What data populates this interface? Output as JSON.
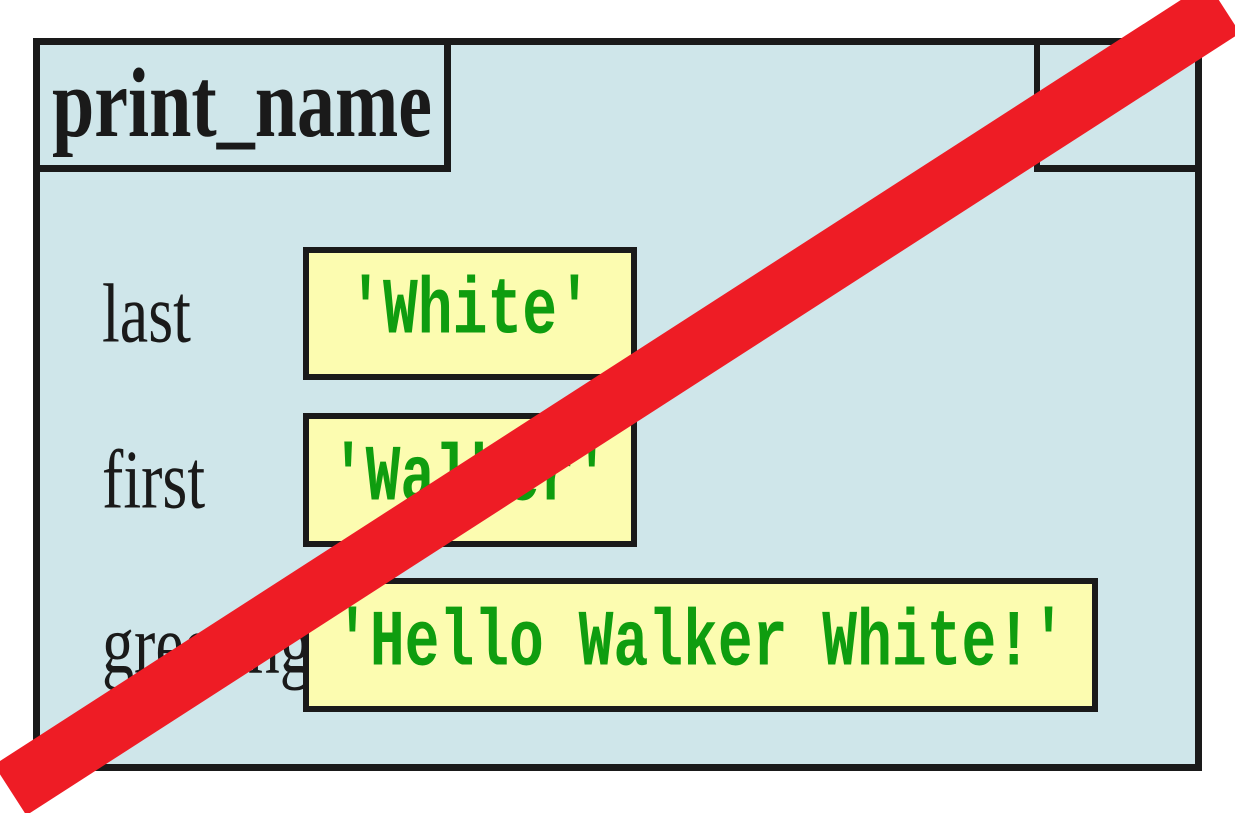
{
  "frame": {
    "function_name": "print_name",
    "variables": [
      {
        "name": "last",
        "value": "'White'"
      },
      {
        "name": "first",
        "value": "'Walker'"
      },
      {
        "name": "greeting",
        "value": "'Hello Walker White!'"
      }
    ]
  },
  "icons": {
    "stripe": "red-strikethrough-stripe"
  },
  "colors": {
    "frame_fill": "#cfe6ea",
    "value_box_fill": "#fcfcb0",
    "value_text_green": "#0f9d0f",
    "stripe_red": "#ee1c25",
    "border_black": "#1a1a1a"
  }
}
